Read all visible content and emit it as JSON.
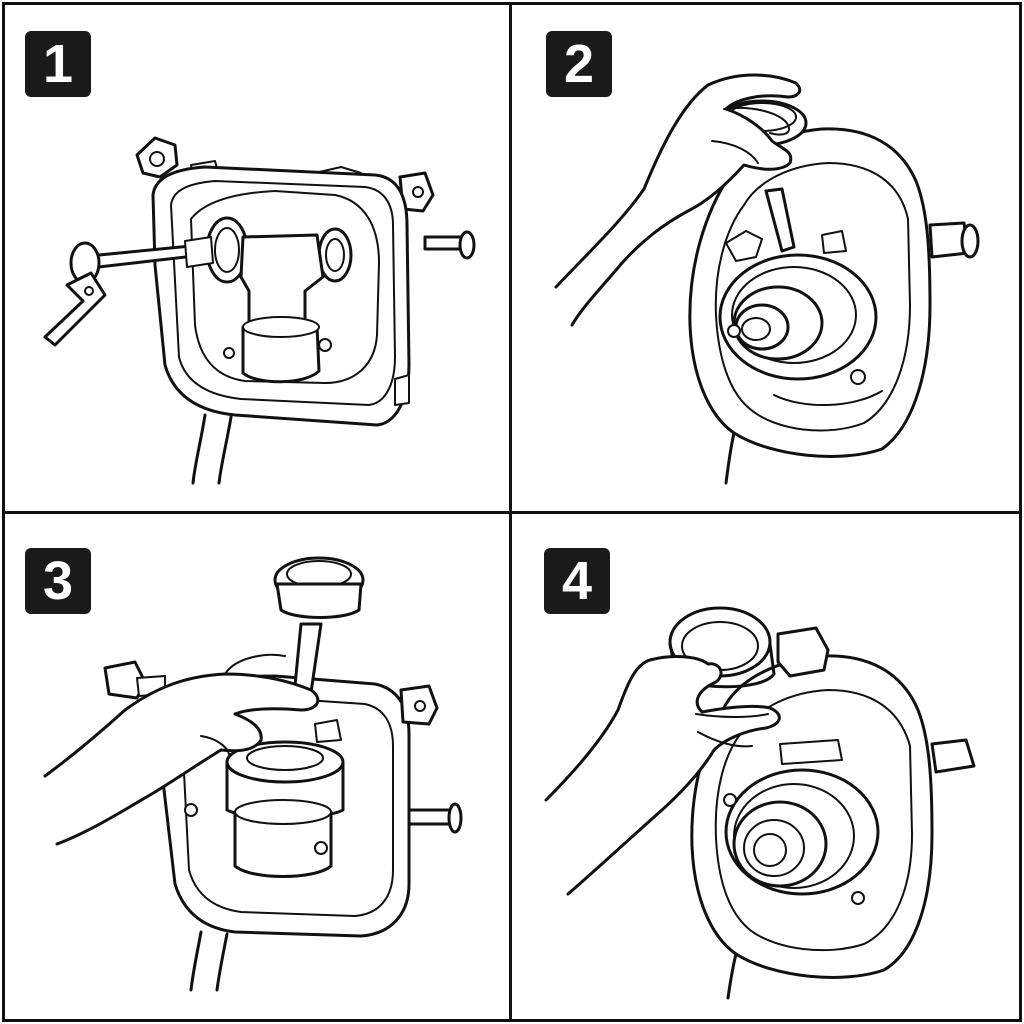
{
  "figure": {
    "colors": {
      "ink": "#111111",
      "paper": "#ffffff",
      "badge_bg": "#1a1a1a",
      "badge_text": "#ffffff"
    },
    "panels": [
      {
        "step": "1",
        "illustration": "headlight-housing-with-tool-icon"
      },
      {
        "step": "2",
        "illustration": "hand-inserting-bulb-icon"
      },
      {
        "step": "3",
        "illustration": "hand-pressing-socket-icon"
      },
      {
        "step": "4",
        "illustration": "hand-fitting-cover-icon"
      }
    ]
  }
}
